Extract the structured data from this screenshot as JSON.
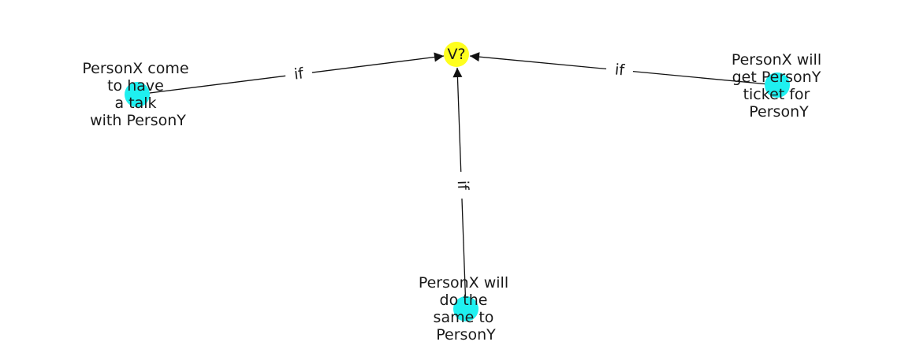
{
  "diagram": {
    "type": "directed-graph",
    "colors": {
      "target_node": "#ffff1e",
      "source_node": "#1ff0f0",
      "edge": "#111111",
      "text": "#1a1a1a"
    },
    "target": {
      "id": "v",
      "label": "V?"
    },
    "sources": [
      {
        "id": "left",
        "label_lines": [
          "PersonX come",
          "to have",
          "a talk",
          "with PersonY"
        ]
      },
      {
        "id": "right",
        "label_lines": [
          "PersonX will",
          "get PersonY",
          "ticket for",
          "PersonY"
        ]
      },
      {
        "id": "bottom",
        "label_lines": [
          "PersonX will",
          "do the",
          "same to",
          "PersonY"
        ]
      }
    ],
    "edges": [
      {
        "from": "left",
        "to": "v",
        "label": "if"
      },
      {
        "from": "right",
        "to": "v",
        "label": "if"
      },
      {
        "from": "bottom",
        "to": "v",
        "label": "if"
      }
    ]
  }
}
